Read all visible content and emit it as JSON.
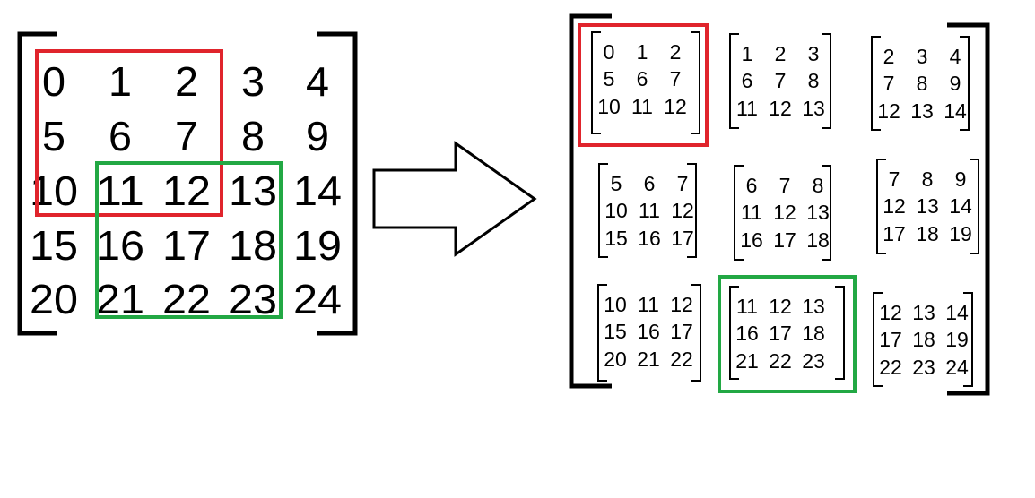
{
  "colors": {
    "red": "#e0242c",
    "green": "#22a844",
    "ink": "#000000"
  },
  "source_matrix": [
    [
      "0",
      "1",
      "2",
      "3",
      "4"
    ],
    [
      "5",
      "6",
      "7",
      "8",
      "9"
    ],
    [
      "10",
      "11",
      "12",
      "13",
      "14"
    ],
    [
      "15",
      "16",
      "17",
      "18",
      "19"
    ],
    [
      "20",
      "21",
      "22",
      "23",
      "24"
    ]
  ],
  "patches": [
    [
      [
        "0",
        "1",
        "2"
      ],
      [
        "5",
        "6",
        "7"
      ],
      [
        "10",
        "11",
        "12"
      ]
    ],
    [
      [
        "1",
        "2",
        "3"
      ],
      [
        "6",
        "7",
        "8"
      ],
      [
        "11",
        "12",
        "13"
      ]
    ],
    [
      [
        "2",
        "3",
        "4"
      ],
      [
        "7",
        "8",
        "9"
      ],
      [
        "12",
        "13",
        "14"
      ]
    ],
    [
      [
        "5",
        "6",
        "7"
      ],
      [
        "10",
        "11",
        "12"
      ],
      [
        "15",
        "16",
        "17"
      ]
    ],
    [
      [
        "6",
        "7",
        "8"
      ],
      [
        "11",
        "12",
        "13"
      ],
      [
        "16",
        "17",
        "18"
      ]
    ],
    [
      [
        "7",
        "8",
        "9"
      ],
      [
        "12",
        "13",
        "14"
      ],
      [
        "17",
        "18",
        "19"
      ]
    ],
    [
      [
        "10",
        "11",
        "12"
      ],
      [
        "15",
        "16",
        "17"
      ],
      [
        "20",
        "21",
        "22"
      ]
    ],
    [
      [
        "11",
        "12",
        "13"
      ],
      [
        "16",
        "17",
        "18"
      ],
      [
        "21",
        "22",
        "23"
      ]
    ],
    [
      [
        "12",
        "13",
        "14"
      ],
      [
        "17",
        "18",
        "19"
      ],
      [
        "22",
        "23",
        "24"
      ]
    ]
  ],
  "highlight": {
    "red_patch_index": 0,
    "green_patch_index": 7
  }
}
